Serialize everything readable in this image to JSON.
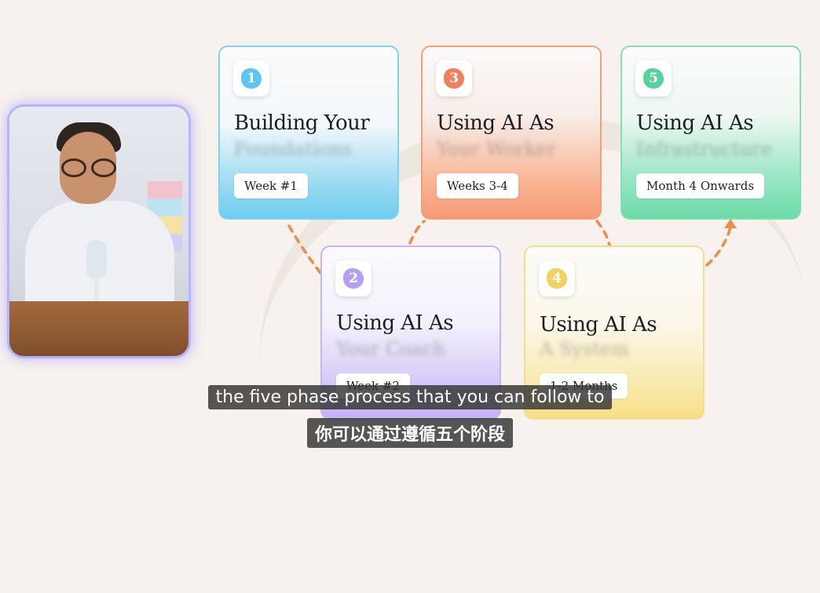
{
  "presenter": {
    "icon": "presenter-video"
  },
  "phases": [
    {
      "number": "1",
      "title": "Building Your",
      "subtitle_blurred": "Foundations",
      "tag": "Week #1",
      "color": "#5ec6ee"
    },
    {
      "number": "2",
      "title": "Using AI As",
      "subtitle_blurred": "Your Coach",
      "tag": "Week #2",
      "color": "#b69ef0"
    },
    {
      "number": "3",
      "title": "Using AI As",
      "subtitle_blurred": "Your Worker",
      "tag": "Weeks 3-4",
      "color": "#f0805d"
    },
    {
      "number": "4",
      "title": "Using AI As",
      "subtitle_blurred": "A System",
      "tag": "1-2 Months",
      "color": "#f2d061"
    },
    {
      "number": "5",
      "title": "Using AI As",
      "subtitle_blurred": "Infrastructure",
      "tag": "Month 4 Onwards",
      "color": "#55d39a"
    }
  ],
  "captions": {
    "english": "the five phase process that you can follow to",
    "chinese": "你可以通过遵循五个阶段"
  },
  "colors": {
    "connector": "#ee8c4d",
    "background": "#f7f2ee"
  }
}
